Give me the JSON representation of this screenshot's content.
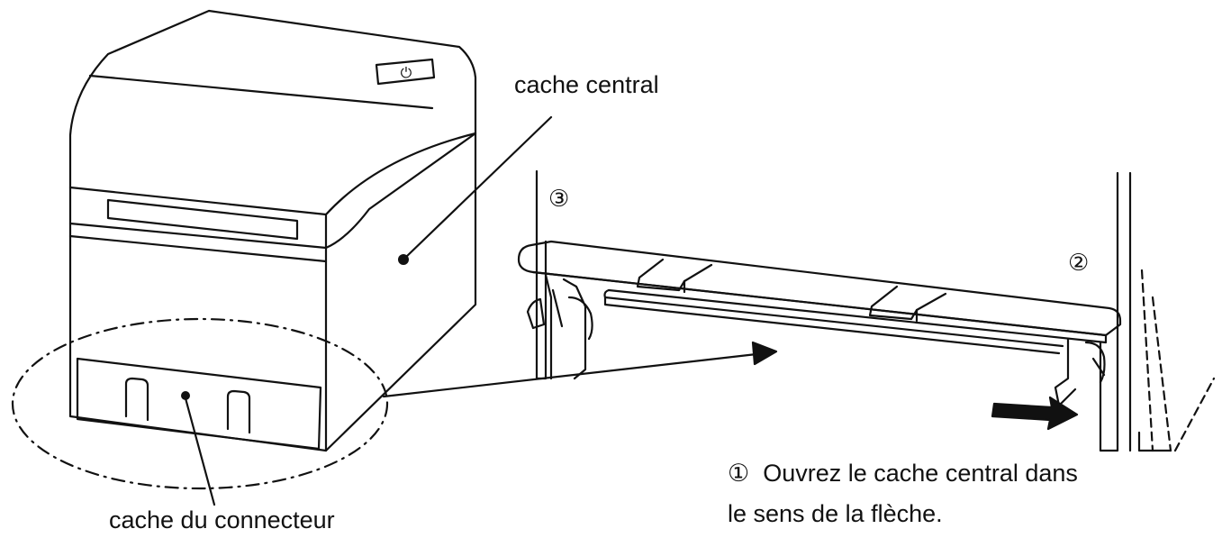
{
  "labels": {
    "center_cover": "cache central",
    "connector_cover": "cache du connecteur"
  },
  "steps": {
    "step1_marker": "①",
    "step1_line1": "Ouvrez le cache central dans",
    "step1_line2": "le sens de la flèche.",
    "step2_marker": "②",
    "step3_marker": "③"
  },
  "printer": {
    "button_symbol": "⏻"
  },
  "colors": {
    "ink": "#111111",
    "background": "#ffffff"
  }
}
